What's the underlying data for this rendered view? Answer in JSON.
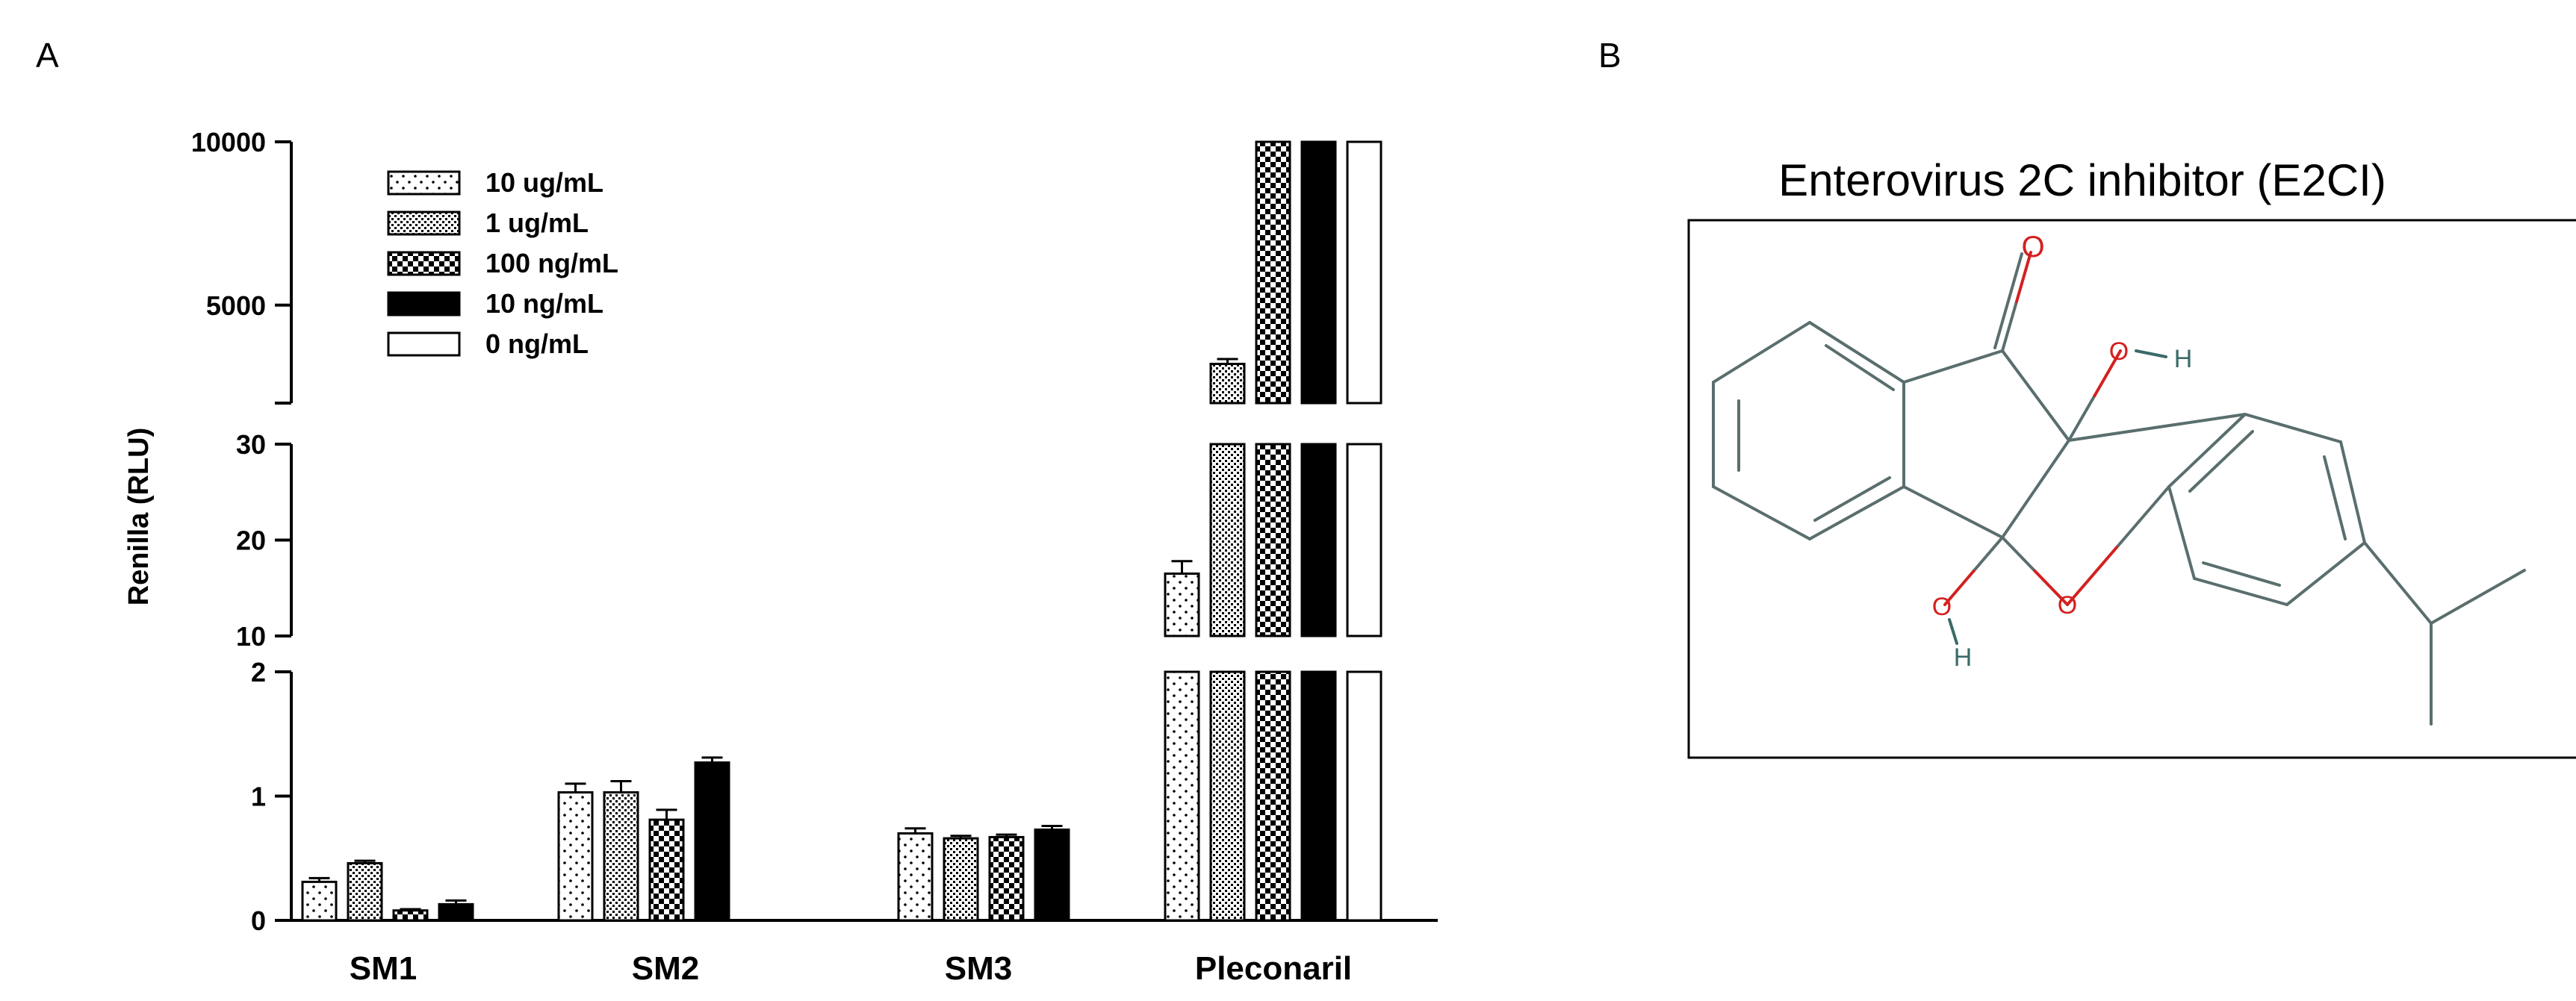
{
  "panels": {
    "a_label": "A",
    "b_label": "B"
  },
  "chart_data": {
    "type": "bar",
    "ylabel": "Renilla (RLU)",
    "y_axis_segments": [
      {
        "range": [
          0,
          2
        ],
        "ticks": [
          0,
          1,
          2
        ]
      },
      {
        "range": [
          10,
          30
        ],
        "ticks": [
          10,
          20,
          30
        ]
      },
      {
        "range": [
          2000,
          10000
        ],
        "ticks": [
          5000,
          10000
        ]
      }
    ],
    "categories": [
      "SM1",
      "SM2",
      "SM3",
      "Pleconaril"
    ],
    "series": [
      {
        "name": "10 ug/mL",
        "pattern": "dots",
        "values": [
          0.31,
          1.03,
          0.7,
          16.5
        ],
        "errors": [
          0.03,
          0.07,
          0.04,
          1.3
        ]
      },
      {
        "name": "1 ug/mL",
        "pattern": "fine-grid",
        "values": [
          0.46,
          1.03,
          0.66,
          3200
        ],
        "errors": [
          0.02,
          0.09,
          0.02,
          150
        ]
      },
      {
        "name": "100 ng/mL",
        "pattern": "checker",
        "values": [
          0.08,
          0.81,
          0.67,
          10000
        ],
        "errors": [
          0.01,
          0.08,
          0.02,
          0
        ]
      },
      {
        "name": "10 ng/mL",
        "pattern": "solid",
        "values": [
          0.13,
          1.27,
          0.73,
          10000
        ],
        "errors": [
          0.03,
          0.04,
          0.03,
          0
        ]
      },
      {
        "name": "0 ng/mL",
        "pattern": "empty",
        "values": [
          null,
          null,
          null,
          10000
        ],
        "errors": [
          null,
          null,
          null,
          0
        ]
      }
    ],
    "legend_position": "top-left",
    "grid": false,
    "colors": {
      "bar_stroke": "#000000",
      "solid_fill": "#000000"
    }
  },
  "molecule": {
    "title": "Enterovirus 2C inhibitor (E2CI)",
    "atoms": {
      "o_label": "O",
      "h_label": "H"
    },
    "colors": {
      "bond": "#5a6e6e",
      "oxygen": "#d42020",
      "hydrogen": "#3a6a6a"
    }
  }
}
